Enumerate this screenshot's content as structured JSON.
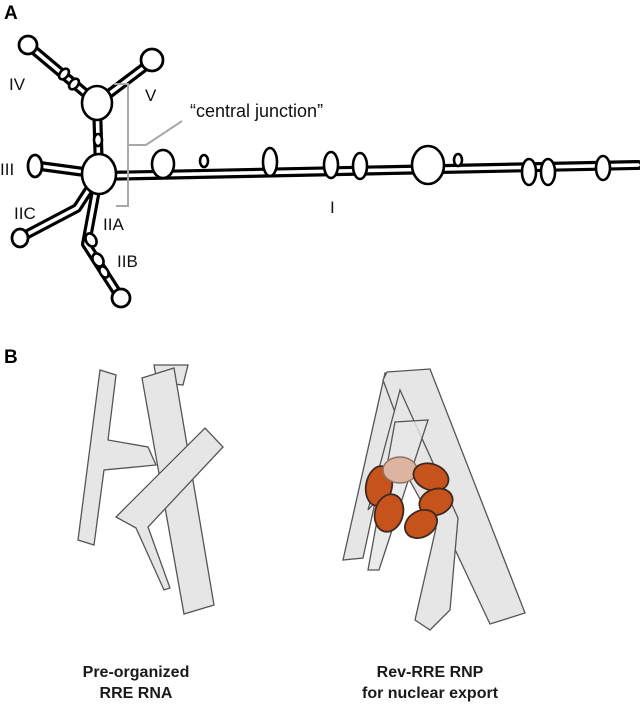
{
  "panel_a": {
    "letter": "A",
    "stem_labels": {
      "iv": "IV",
      "v": "V",
      "iii": "III",
      "iic": "IIC",
      "iia": "IIA",
      "iib": "IIB",
      "i": "I"
    },
    "callout": "“central junction”"
  },
  "panel_b": {
    "letter": "B",
    "left_caption": [
      "Pre-organized",
      "RRE RNA"
    ],
    "right_caption": [
      "Rev-RRE RNP",
      "for nuclear export"
    ]
  },
  "colors": {
    "rna_fill": "#e6e6e6",
    "rev_protein": "#c6521c",
    "bracket": "#a8a8a8"
  }
}
